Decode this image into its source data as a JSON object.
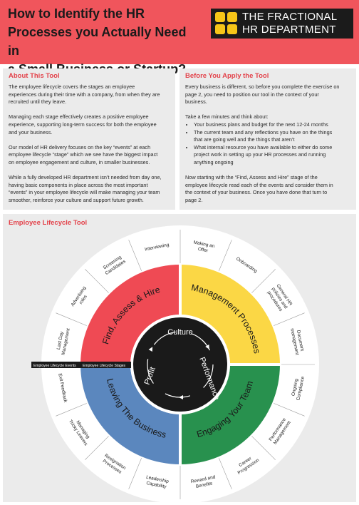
{
  "header": {
    "title_lines": [
      "How to Identify the HR",
      "Processes you Actually Need in",
      "a Small Business or Startup?"
    ],
    "logo": {
      "line1": "THE FRACTIONAL",
      "line2": "HR DEPARTMENT"
    }
  },
  "about": {
    "heading": "About This Tool",
    "paragraphs": [
      [
        "The employee lifecycle covers the stages an employee",
        "experiences during their time with a company, from when they are",
        "recruited until they leave."
      ],
      [
        "Managing each stage effectively creates a positive employee",
        "experience, supporting long-term success for both the employee",
        "and your business."
      ],
      [
        "Our model of HR delivery focuses on the key “events” at each",
        "employee lifecycle “stage” which we see have the biggest impact",
        "on employee engagement and culture, in smaller businesses."
      ],
      [
        "While a fully developed HR department isn’t needed from day one,",
        "having basic components in place across the most important",
        "“events” in your employee lifecycle will make managing your team",
        "smoother, reinforce your culture and support future growth."
      ]
    ]
  },
  "before": {
    "heading": "Before You Apply the Tool",
    "intro": [
      "Every business is different, so before you complete the exercise on",
      "page 2, you need to position our tool in the context of your",
      "business."
    ],
    "think": "Take a few minutes and think about:",
    "bullets": [
      [
        "Your business plans and budget for the next 12-24 months"
      ],
      [
        "The current team and any reflections you have on the things",
        "that are going well and the things that aren’t"
      ],
      [
        "What internal resource you have available to either do some",
        "project work in setting up your HR processes and running",
        "anything ongoing"
      ]
    ],
    "outro": [
      "Now starting with the “Find, Assess and Hire” stage of the",
      "employee lifecycle read each of the events and consider them in",
      "the context of your business.  Once you have done that turn to",
      "page 2."
    ]
  },
  "tool": {
    "heading": "Employee Lifecycle Tool",
    "center": [
      "Culture",
      "Performance",
      "Profit"
    ],
    "stages": [
      {
        "label": "Find, Assess & Hire",
        "color": "#ef4a54"
      },
      {
        "label": "Management Processes",
        "color": "#fbd745"
      },
      {
        "label": "Engaging Your Team",
        "color": "#28914e"
      },
      {
        "label": "Leaving The Business",
        "color": "#5b87be"
      }
    ],
    "events_label": "Employee Lifecycle Events",
    "stages_label": "Employee Lifecycle Stages",
    "events": [
      {
        "lines": [
          "Making an",
          "Offer"
        ]
      },
      {
        "lines": [
          "Onboarding"
        ]
      },
      {
        "lines": [
          "General HR",
          "policies and",
          "procedures"
        ]
      },
      {
        "lines": [
          "Document",
          "management"
        ]
      },
      {
        "lines": [
          "Ongoing",
          "Compliance"
        ]
      },
      {
        "lines": [
          "Performance",
          "Management"
        ]
      },
      {
        "lines": [
          "Career",
          "Progression"
        ]
      },
      {
        "lines": [
          "Reward and",
          "Benefits"
        ]
      },
      {
        "lines": [
          "Leadership",
          "Capability"
        ]
      },
      {
        "lines": [
          "Resignation",
          "Processes"
        ]
      },
      {
        "lines": [
          "Managing",
          "Tricky Leavers"
        ]
      },
      {
        "lines": [
          "Exit Feedback"
        ]
      },
      {
        "lines": [
          "Last Day",
          "Management"
        ]
      },
      {
        "lines": [
          "Advertising",
          "roles"
        ]
      },
      {
        "lines": [
          "Screening",
          "Candidates"
        ]
      },
      {
        "lines": [
          "Interviewing"
        ]
      }
    ],
    "colors": {
      "ring": "#ffffff",
      "divider": "#9a9a9a",
      "core": "#1a1a1a",
      "accent": "#e3434b"
    }
  }
}
